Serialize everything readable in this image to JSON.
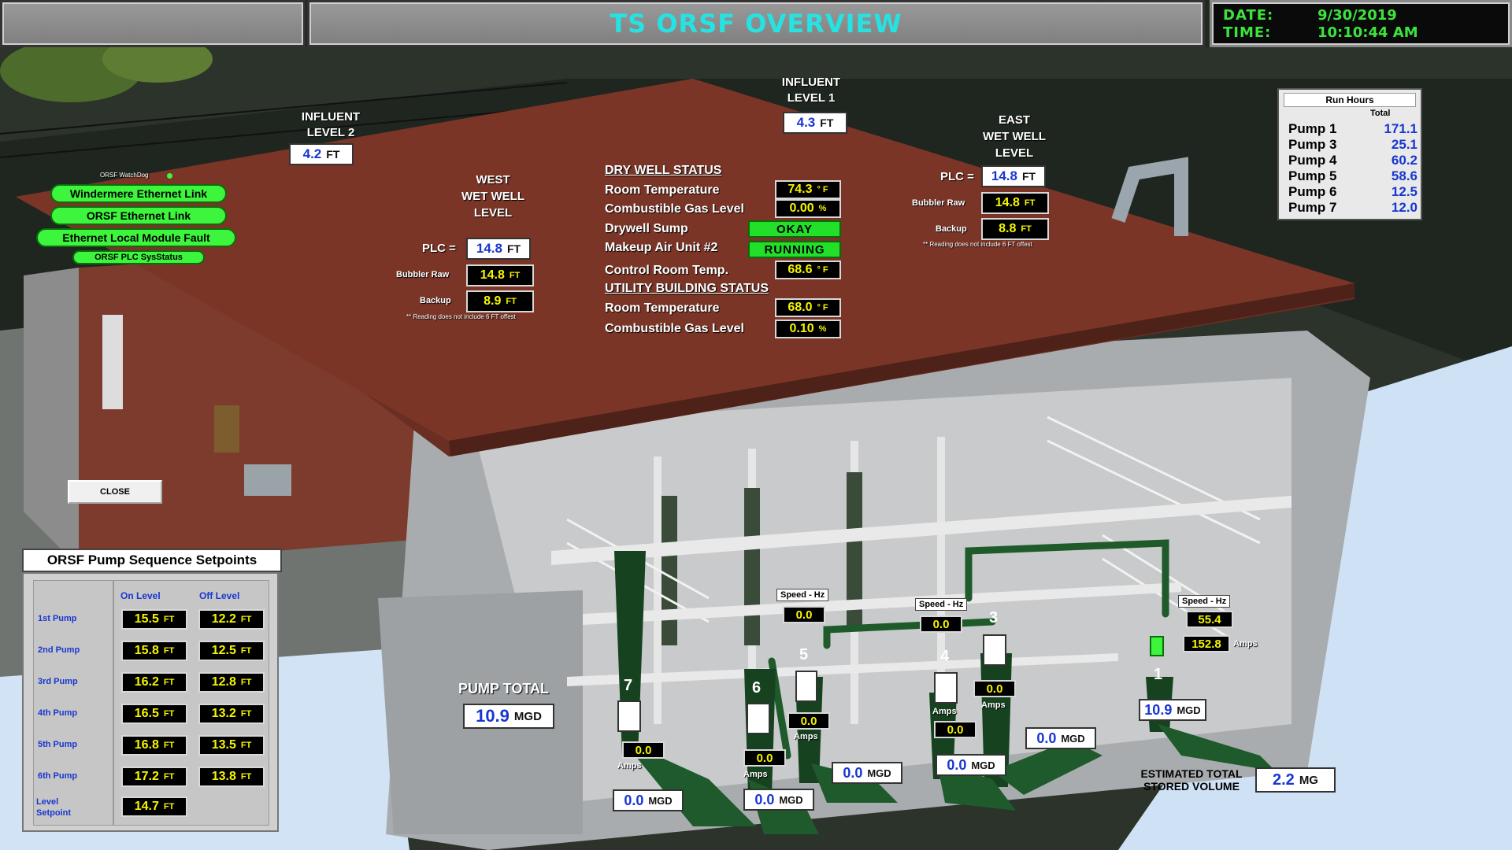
{
  "header": {
    "title": "TS ORSF OVERVIEW",
    "date_label": "DATE:",
    "date_value": "9/30/2019",
    "time_label": "TIME:",
    "time_value": "10:10:44 AM"
  },
  "colors": {
    "accent_title": "#25e3e3",
    "status_green": "#22e02a",
    "value_blue": "#1836d0",
    "value_yellow": "#f5f500"
  },
  "links": {
    "watchdog": "ORSF WatchDog",
    "windermere": "Windermere Ethernet Link",
    "orsf_eth": "ORSF Ethernet Link",
    "local_fault": "Ethernet Local Module Fault",
    "plc_status": "ORSF PLC SysStatus"
  },
  "influent2": {
    "label1": "INFLUENT",
    "label2": "LEVEL 2",
    "value": "4.2",
    "unit": "FT"
  },
  "influent1": {
    "label1": "INFLUENT",
    "label2": "LEVEL 1",
    "value": "4.3",
    "unit": "FT"
  },
  "west": {
    "label1": "WEST",
    "label2": "WET WELL",
    "label3": "LEVEL",
    "plc_label": "PLC =",
    "plc_value": "14.8",
    "plc_unit": "FT",
    "bubbler_label": "Bubbler Raw",
    "bubbler_value": "14.8",
    "bubbler_unit": "FT",
    "backup_label": "Backup",
    "backup_value": "8.9",
    "backup_unit": "FT",
    "note": "** Reading does not include 6 FT offest"
  },
  "east": {
    "label1": "EAST",
    "label2": "WET WELL",
    "label3": "LEVEL",
    "plc_label": "PLC =",
    "plc_value": "14.8",
    "plc_unit": "FT",
    "bubbler_label": "Bubbler Raw",
    "bubbler_value": "14.8",
    "bubbler_unit": "FT",
    "backup_label": "Backup",
    "backup_value": "8.8",
    "backup_unit": "FT",
    "note": "** Reading does not include 6 FT offest"
  },
  "drywell": {
    "title": "DRY WELL STATUS",
    "room_temp_label": "Room Temperature",
    "room_temp_value": "74.3",
    "room_temp_unit": "° F",
    "gas_label": "Combustible Gas Level",
    "gas_value": "0.00",
    "gas_unit": "%",
    "sump_label": "Drywell Sump",
    "sump_value": "OKAY",
    "makeup_label": "Makeup Air Unit #2",
    "makeup_value": "RUNNING",
    "control_label": "Control Room Temp.",
    "control_value": "68.6",
    "control_unit": "° F"
  },
  "utility": {
    "title": "UTILITY BUILDING STATUS",
    "room_temp_label": "Room Temperature",
    "room_temp_value": "68.0",
    "room_temp_unit": "° F",
    "gas_label": "Combustible Gas Level",
    "gas_value": "0.10",
    "gas_unit": "%"
  },
  "run_hours": {
    "title": "Run Hours",
    "total_label": "Total",
    "rows": [
      {
        "name": "Pump 1",
        "value": "171.1"
      },
      {
        "name": "Pump 3",
        "value": "25.1"
      },
      {
        "name": "Pump 4",
        "value": "60.2"
      },
      {
        "name": "Pump 5",
        "value": "58.6"
      },
      {
        "name": "Pump 6",
        "value": "12.5"
      },
      {
        "name": "Pump 7",
        "value": "12.0"
      }
    ]
  },
  "close_label": "CLOSE",
  "setpoints": {
    "title": "ORSF Pump Sequence Setpoints",
    "on_label": "On Level",
    "off_label": "Off Level",
    "unit": "FT",
    "rows": [
      {
        "name": "1st Pump",
        "on": "15.5",
        "off": "12.2"
      },
      {
        "name": "2nd Pump",
        "on": "15.8",
        "off": "12.5"
      },
      {
        "name": "3rd Pump",
        "on": "16.2",
        "off": "12.8"
      },
      {
        "name": "4th Pump",
        "on": "16.5",
        "off": "13.2"
      },
      {
        "name": "5th Pump",
        "on": "16.8",
        "off": "13.5"
      },
      {
        "name": "6th Pump",
        "on": "17.2",
        "off": "13.8"
      }
    ],
    "level_label1": "Level",
    "level_label2": "Setpoint",
    "level_value": "14.7"
  },
  "pump_total": {
    "label": "PUMP TOTAL",
    "value": "10.9",
    "unit": "MGD"
  },
  "stored": {
    "label1": "ESTIMATED TOTAL",
    "label2": "STORED VOLUME",
    "value": "2.2",
    "unit": "MG"
  },
  "pumps": {
    "speed_label": "Speed - Hz",
    "amps_label": "Amps",
    "mgd_unit": "MGD",
    "p7": {
      "num": "7",
      "amps": "0.0",
      "mgd": "0.0"
    },
    "p6": {
      "num": "6",
      "amps": "0.0",
      "mgd": "0.0"
    },
    "p5": {
      "num": "5",
      "speed": "0.0",
      "amps": "0.0",
      "mgd": "0.0"
    },
    "p4": {
      "num": "4",
      "speed": "0.0",
      "amps": "0.0",
      "mgd": "0.0"
    },
    "p3": {
      "num": "3",
      "amps": "0.0",
      "mgd": "0.0"
    },
    "p1": {
      "num": "1",
      "speed": "55.4",
      "amps": "152.8",
      "mgd": "10.9"
    }
  }
}
